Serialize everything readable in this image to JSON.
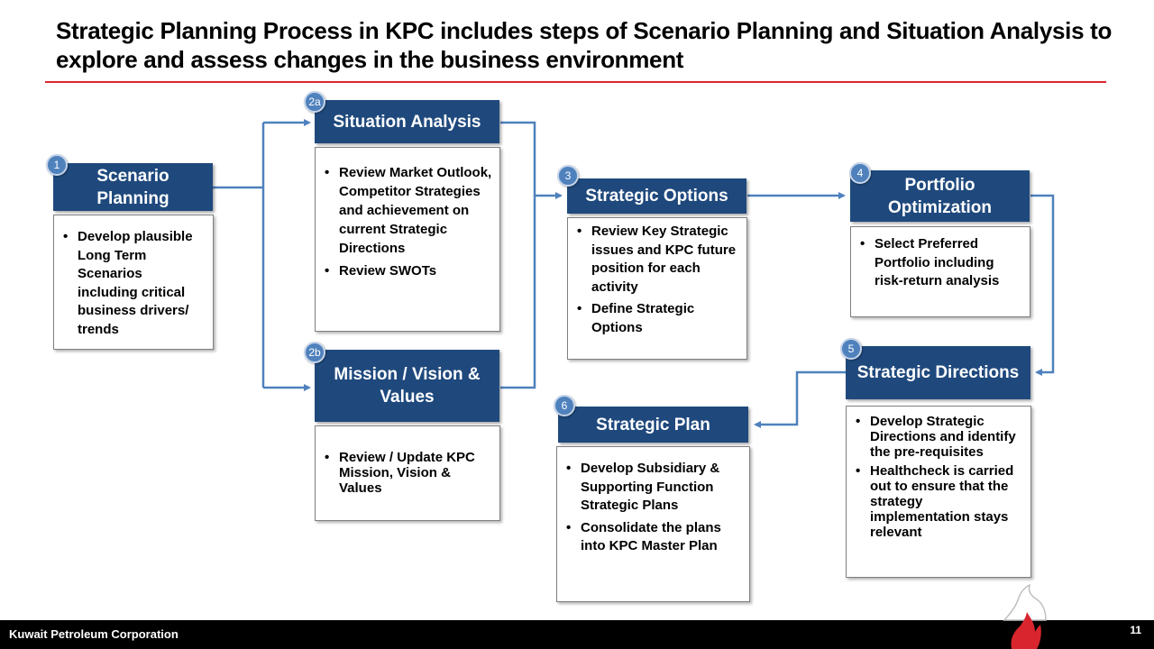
{
  "title": "Strategic Planning Process in KPC includes steps of Scenario Planning and Situation Analysis to explore and assess changes in the business environment",
  "steps": {
    "s1": {
      "num": "1",
      "title": "Scenario Planning",
      "bullets": [
        "Develop plausible Long Term Scenarios including critical business drivers/ trends"
      ]
    },
    "s2a": {
      "num": "2a",
      "title": "Situation Analysis",
      "bullets": [
        "Review Market Outlook, Competitor Strategies and achievement on current Strategic Directions",
        "Review SWOTs"
      ]
    },
    "s2b": {
      "num": "2b",
      "title": "Mission / Vision & Values",
      "bullets": [
        "Review / Update KPC Mission, Vision & Values"
      ]
    },
    "s3": {
      "num": "3",
      "title": "Strategic Options",
      "bullets": [
        "Review Key Strategic issues and KPC future position for each activity",
        "Define Strategic Options"
      ]
    },
    "s4": {
      "num": "4",
      "title": "Portfolio Optimization",
      "bullets": [
        "Select Preferred Portfolio including risk-return analysis"
      ]
    },
    "s5": {
      "num": "5",
      "title": "Strategic Directions",
      "bullets": [
        "Develop Strategic Directions and identify the pre-requisites",
        "Healthcheck is carried out to ensure that the strategy implementation stays relevant"
      ]
    },
    "s6": {
      "num": "6",
      "title": "Strategic Plan",
      "bullets": [
        "Develop Subsidiary & Supporting Function Strategic Plans",
        "Consolidate the plans into KPC Master Plan"
      ]
    }
  },
  "footer": {
    "company": "Kuwait Petroleum Corporation",
    "page": "11"
  },
  "colors": {
    "header": "#1f497d",
    "badge": "#4f81bd",
    "connector": "#4f81bd",
    "rule": "#d9262e",
    "logo_flame": "#d9262e"
  }
}
